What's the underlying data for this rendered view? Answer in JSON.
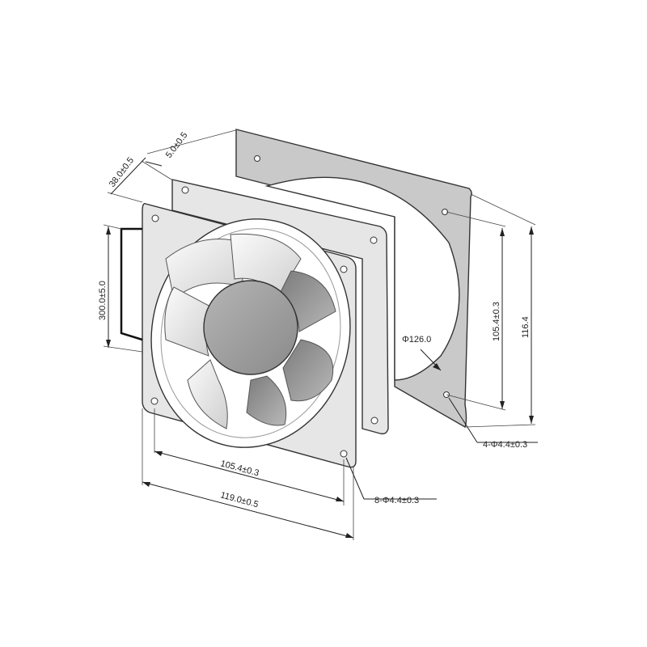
{
  "drawing": {
    "dimensions": {
      "depth_total": "38.0±0.5",
      "flange": "5.0±0.5",
      "cable_length": "300.0±5.0",
      "bottom_hole_pitch": "105.4±0.3",
      "bottom_overall": "119.0±0.5",
      "front_holes": "8-Φ4.4±0.3",
      "side_hole_pitch": "105.4±0.3",
      "side_overall": "116.4",
      "diameter": "Φ126.0",
      "rear_holes": "4-Φ4.4±0.3"
    },
    "colors": {
      "frame": "#e6e6e6",
      "rear_gasket": "#c9c9c9",
      "blade": "#f2f2f2",
      "hub": "#9a9a9a",
      "lines": "#222222"
    }
  }
}
